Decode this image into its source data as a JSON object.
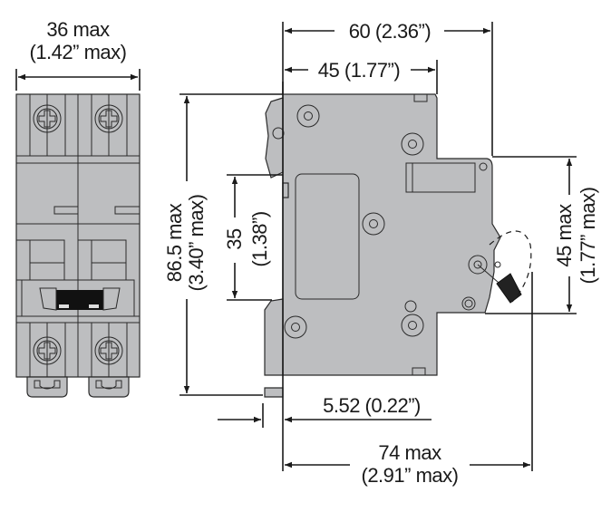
{
  "title": "2-pole miniature circuit breaker dimension drawing",
  "units": {
    "primary": "mm",
    "secondary": "inch"
  },
  "dimensions": {
    "width_front": {
      "line1": "36 max",
      "line2": "(1.42” max)"
    },
    "depth_total": {
      "label": "60 (2.36”)"
    },
    "depth_front": {
      "label": "45 (1.77”)"
    },
    "height_total": {
      "line1": "86.5 max",
      "line2": "(3.40” max)"
    },
    "rail_width": {
      "line1": "35",
      "line2": "(1.38”)"
    },
    "front_height": {
      "line1": "45 max",
      "line2": "(1.77” max)"
    },
    "rail_offset": {
      "label": "5.52 (0.22”)"
    },
    "depth_max": {
      "line1": "74 max",
      "line2": "(2.91” max)"
    }
  },
  "colors": {
    "body": "#bdbec0",
    "line": "#1a1a1a",
    "handle": "#111111"
  }
}
